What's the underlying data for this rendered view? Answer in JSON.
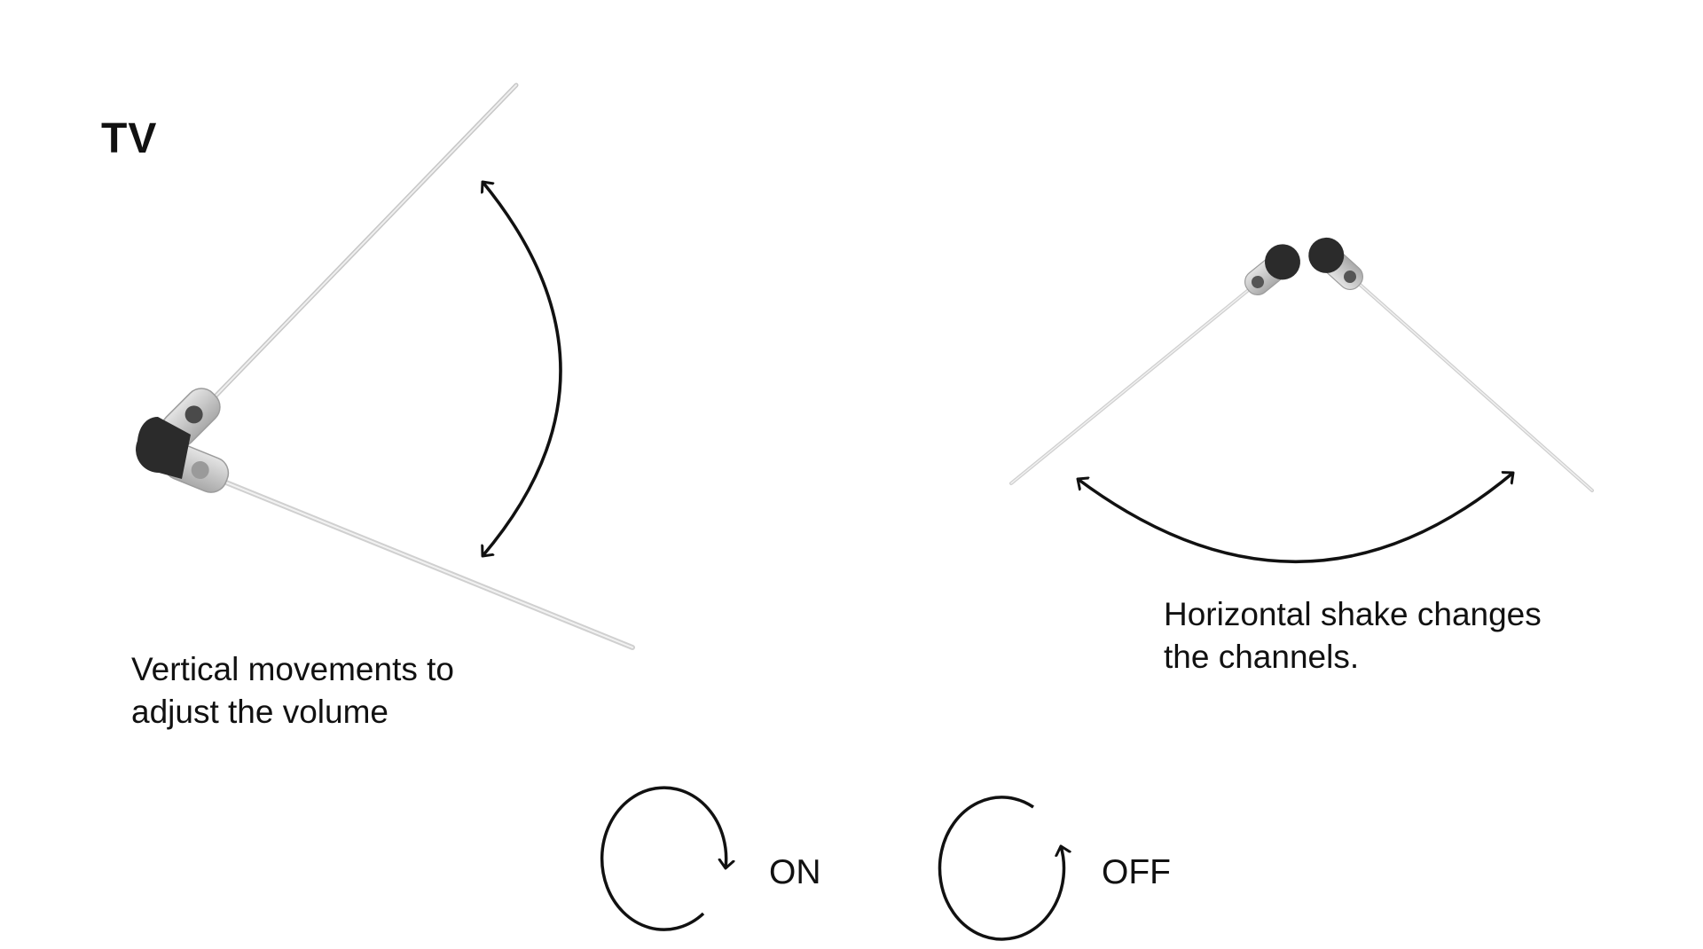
{
  "title": "TV",
  "volume_gesture": {
    "caption_line1": "Vertical movements to",
    "caption_line2": "adjust the volume"
  },
  "channel_gesture": {
    "caption_line1": "Horizontal shake changes",
    "caption_line2": "the channels."
  },
  "power_gestures": {
    "on_label": "ON",
    "off_label": "OFF"
  },
  "colors": {
    "ink": "#111111",
    "device_cap": "#2b2b2b",
    "device_body": "#c9c9c9",
    "device_button": "#555555",
    "antenna": "#cfcfcf"
  }
}
